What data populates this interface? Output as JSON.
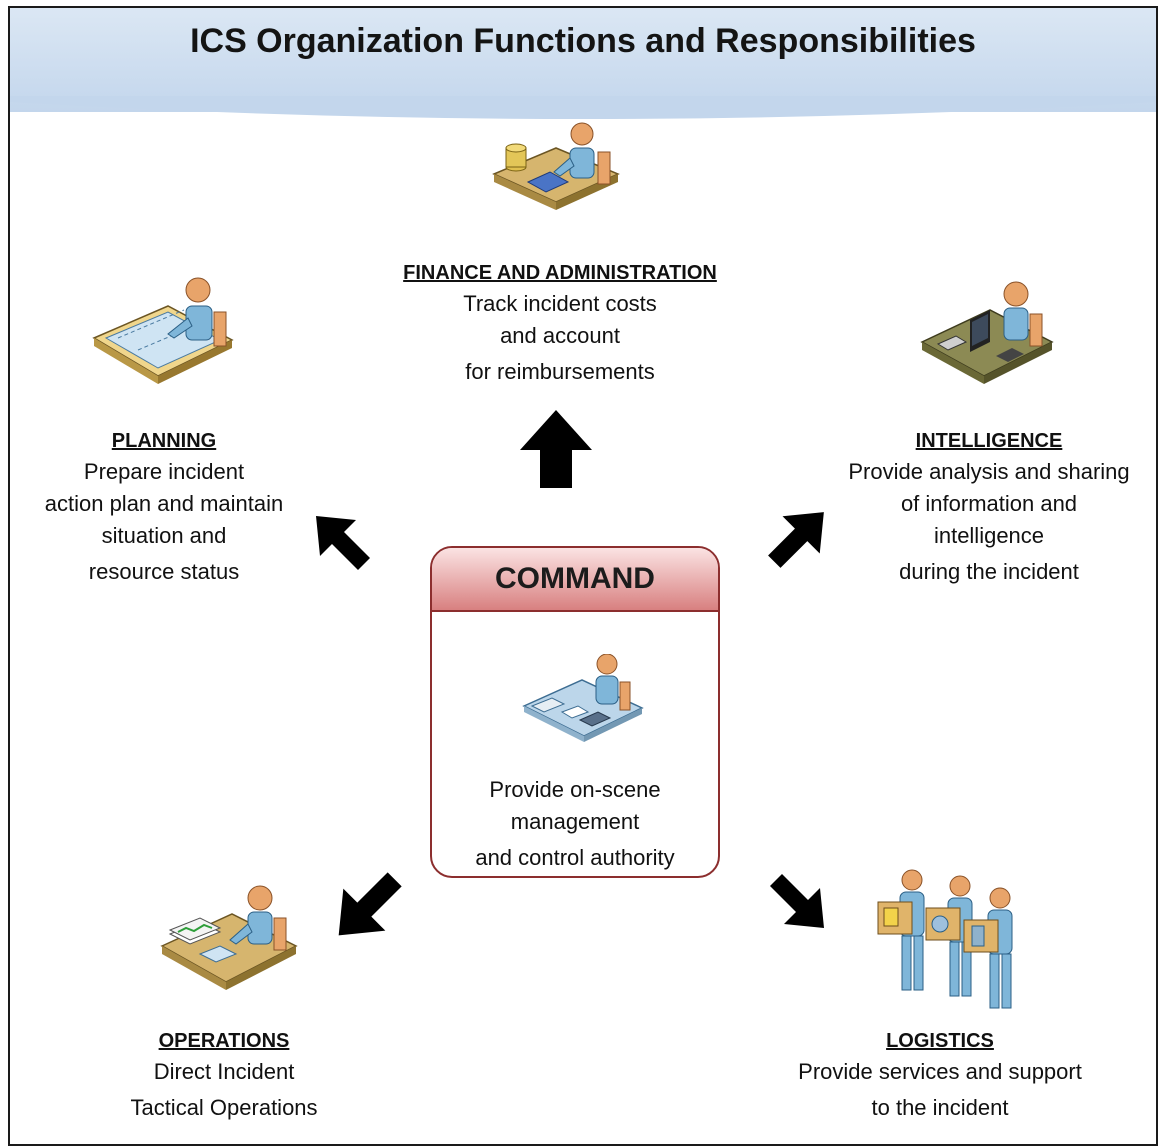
{
  "title": "ICS Organization Functions and Responsibilities",
  "command": {
    "title": "COMMAND",
    "lines": [
      "Provide on-scene",
      "management",
      "and control authority"
    ]
  },
  "finance": {
    "heading": "FINANCE AND ADMINISTRATION",
    "lines": [
      "Track incident costs",
      "and account",
      "for reimbursements"
    ]
  },
  "planning": {
    "heading": "PLANNING",
    "lines": [
      "Prepare incident",
      "action plan and maintain",
      "situation and",
      "resource status"
    ]
  },
  "intelligence": {
    "heading": "INTELLIGENCE",
    "lines": [
      "Provide analysis and sharing",
      "of information and",
      "intelligence",
      "during the incident"
    ]
  },
  "operations": {
    "heading": "OPERATIONS",
    "lines": [
      "Direct Incident",
      "Tactical Operations"
    ]
  },
  "logistics": {
    "heading": "LOGISTICS",
    "lines": [
      "Provide services and support",
      "to the incident"
    ]
  },
  "colors": {
    "header": "#c9daee",
    "command_header": "#d98585",
    "command_border": "#8c2e2e",
    "arrow": "#000000",
    "person_skin": "#e8a46a",
    "person_shirt": "#7fb6d9"
  },
  "icons": {
    "finance": "person-at-desk-with-calculator-icon",
    "planning": "person-at-drafting-table-icon",
    "intelligence": "person-at-computer-icon",
    "command": "person-at-desk-icon",
    "operations": "person-at-desk-with-charts-icon",
    "logistics": "workers-carrying-boxes-icon"
  }
}
